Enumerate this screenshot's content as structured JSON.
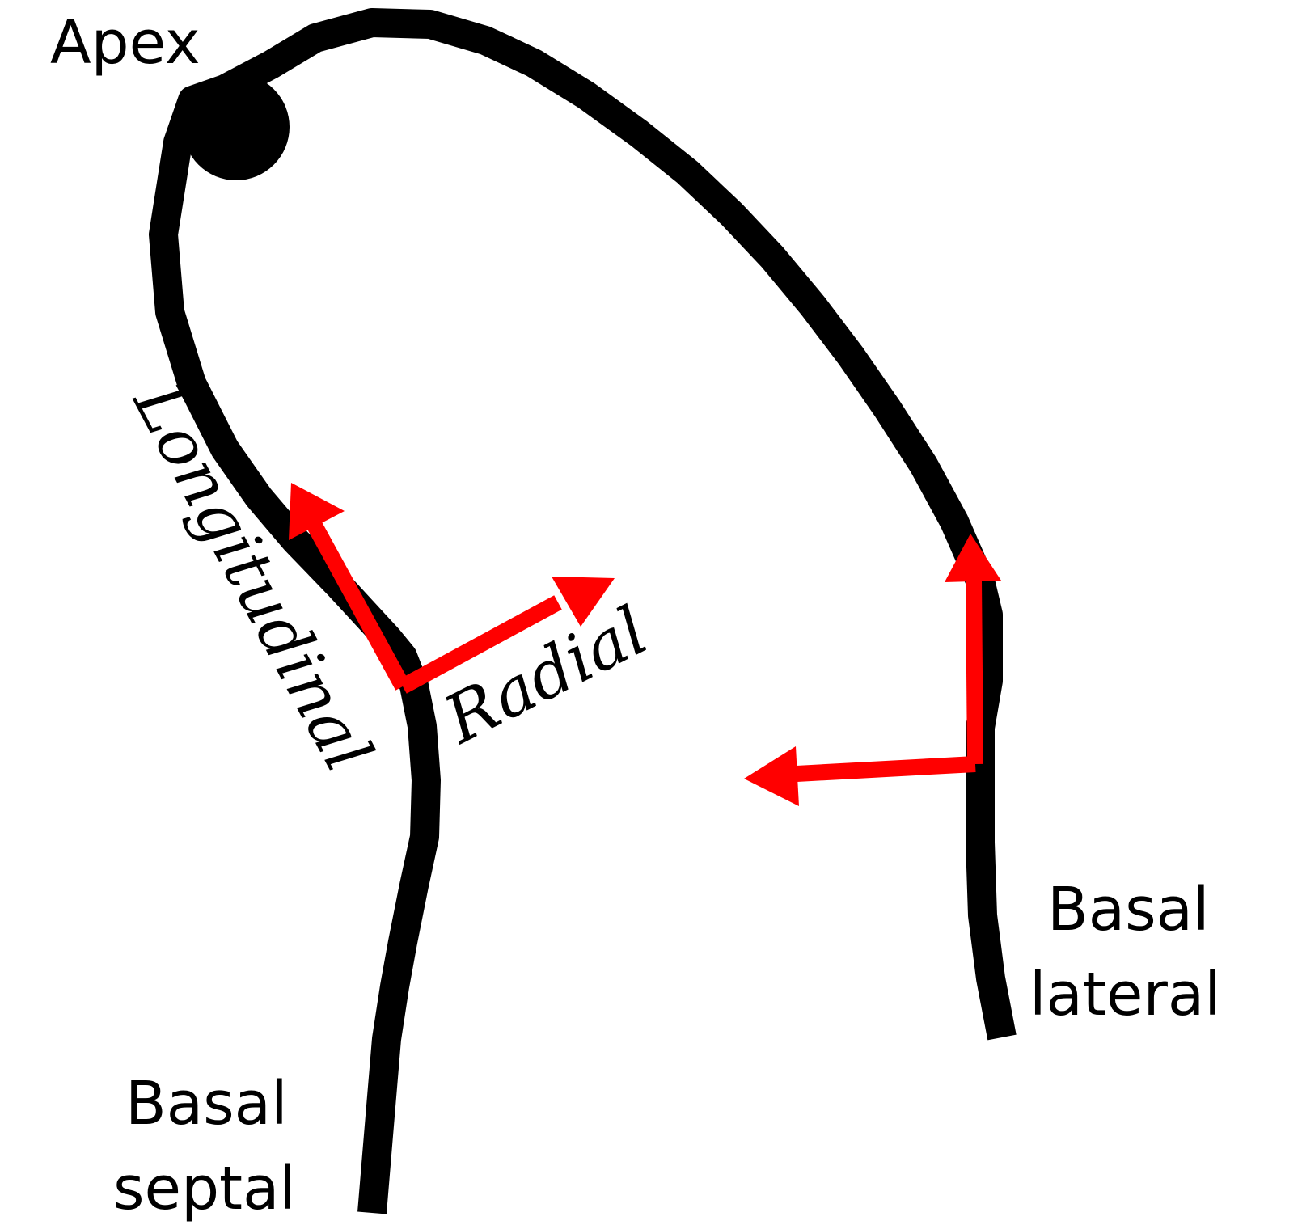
{
  "labels": {
    "apex": "Apex",
    "basal_septal_line1": "Basal",
    "basal_septal_line2": "septal",
    "basal_lateral_line1": "Basal",
    "basal_lateral_line2": "lateral",
    "longitudinal": "Longitudinal",
    "radial": "Radial"
  },
  "colors": {
    "wall": "#000000",
    "arrows": "#ff0000",
    "background": "#ffffff"
  }
}
